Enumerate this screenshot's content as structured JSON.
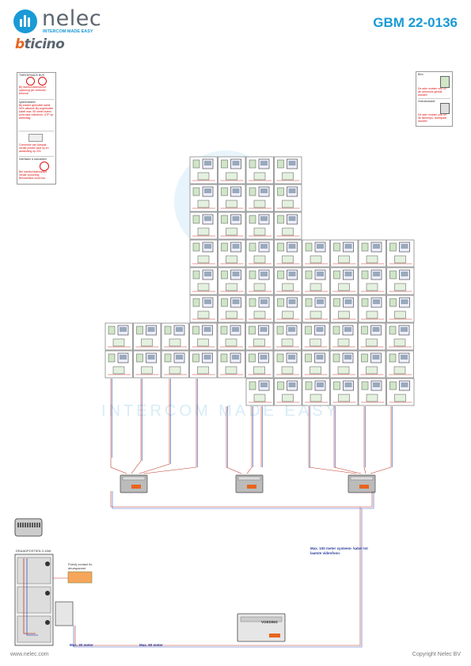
{
  "brand": {
    "nelec_name": "nelec",
    "nelec_tagline": "INTERCOM MADE EASY",
    "bticino_name": "bticino"
  },
  "doc_code": "GBM 22-0136",
  "watermark": "INTERCOM MADE EASY",
  "legend_left": [
    {
      "title": "TWEEDRAADS BUS",
      "text": "Bij monitor/dabmonitor: spanning per verbruikt telnoval"
    },
    {
      "title": "systeemkabel",
      "text": "Bij andere gebruikte kabel 50% afstand! Bij ongebruikte kabel max. 50 meter buiten punt naar videofoon. UTP op aanvraag."
    },
    {
      "title": "",
      "text": "Connector van Aanpas- verder punten kast op en aansluiting op 20V"
    },
    {
      "title": "Interfasen & Aansluiten",
      "text": "Bel monitor/dabmonitor verder opvoering Bekrachtard nooit fout"
    }
  ],
  "legend_right": [
    {
      "title": "Binn",
      "text": "De ader moeten ook OP de connector gesluit worden!"
    },
    {
      "title": "Videofonkabel",
      "text": "De ader moeten ook OP de binnenpo- hoordpaal worden!"
    }
  ],
  "notes": {
    "cable_note": "Max. 100 meter systeem- kabel tot laatste videofoon",
    "max30_a": "Max. 30 meter",
    "max50": "Max. 50 meter",
    "power_label": "VOEDING",
    "sub_label": "DRAADPOSTIEN 3-16W",
    "relay_label": "Potvrij contact itv. deurspanner"
  },
  "footer": {
    "left": "www.nelec.com",
    "right": "Copyright Nelec BV"
  },
  "colors": {
    "brand_blue": "#1a9ad6",
    "brand_grey": "#5b6670",
    "bticino_orange": "#e8641e",
    "wire_red": "#c0392b",
    "wire_blue": "#3a5fc0"
  }
}
